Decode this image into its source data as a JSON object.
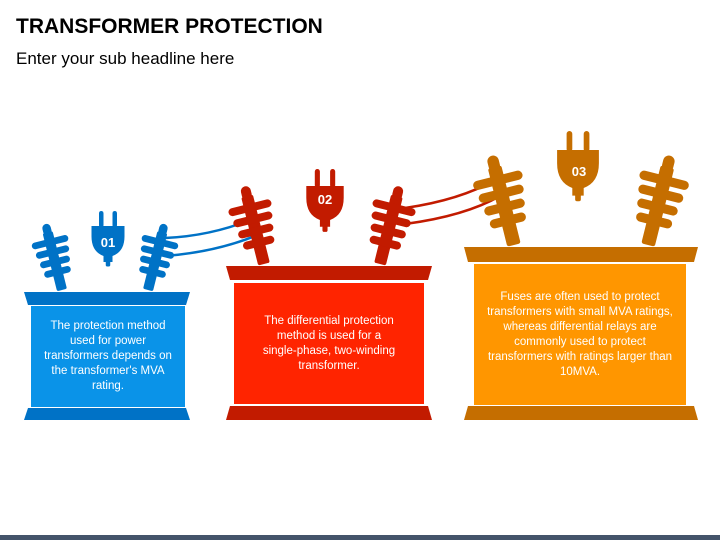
{
  "header": {
    "title": "TRANSFORMER PROTECTION",
    "subtitle": "Enter your sub headline here"
  },
  "steps": [
    {
      "number": "01",
      "color": "#0072c6",
      "box_color": "#0a93e8",
      "text": "The protection method used for power transformers depends on the transformer's MVA rating."
    },
    {
      "number": "02",
      "color": "#c21b00",
      "box_color": "#ff2400",
      "text": "The differential protection method is used for a single-phase, two-winding transformer."
    },
    {
      "number": "03",
      "color": "#c56e00",
      "box_color": "#ff9600",
      "text": "Fuses are often used to protect transformers with small MVA ratings, whereas differential relays are commonly used to protect transformers with ratings larger than 10MVA."
    }
  ],
  "icons": {
    "plug": "plug-icon",
    "bushing": "insulator-bushing-icon"
  },
  "footer": {
    "bar_color": "#44546a"
  }
}
